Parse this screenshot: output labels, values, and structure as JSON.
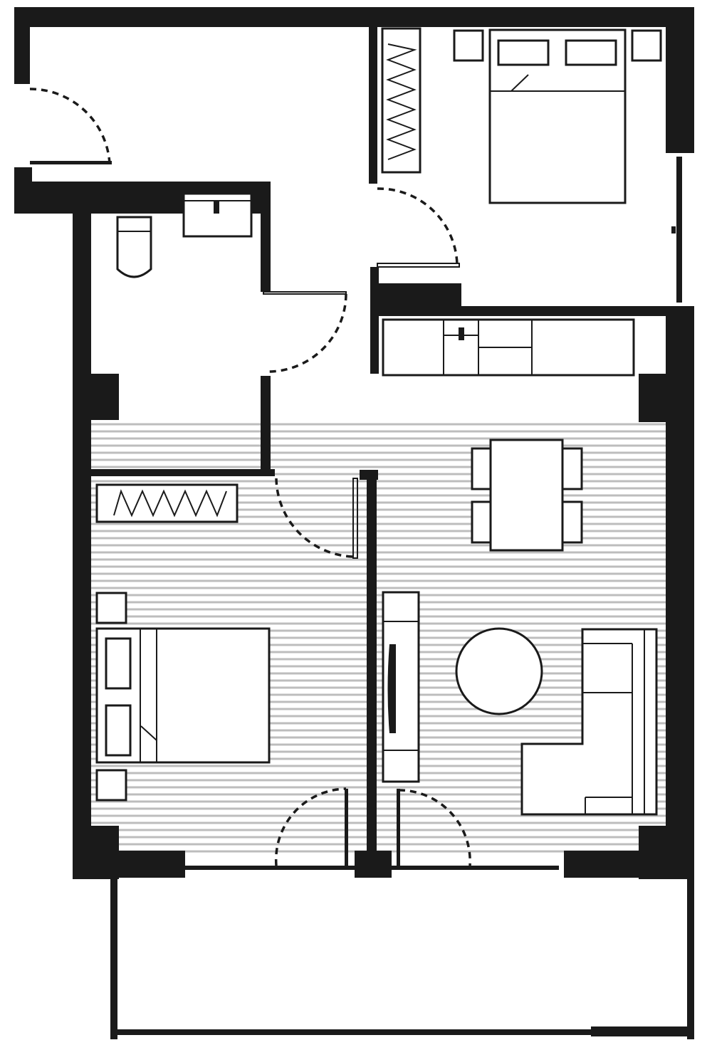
{
  "plan": {
    "rooms": [
      "bedroom-1",
      "bathroom",
      "kitchen",
      "bedroom-2",
      "living-dining",
      "balcony"
    ],
    "floor_finish": "hatched-timber",
    "colors": {
      "wall": "#1a1a1a",
      "floor_hatch": "#bdbdbd",
      "background": "#ffffff"
    }
  }
}
